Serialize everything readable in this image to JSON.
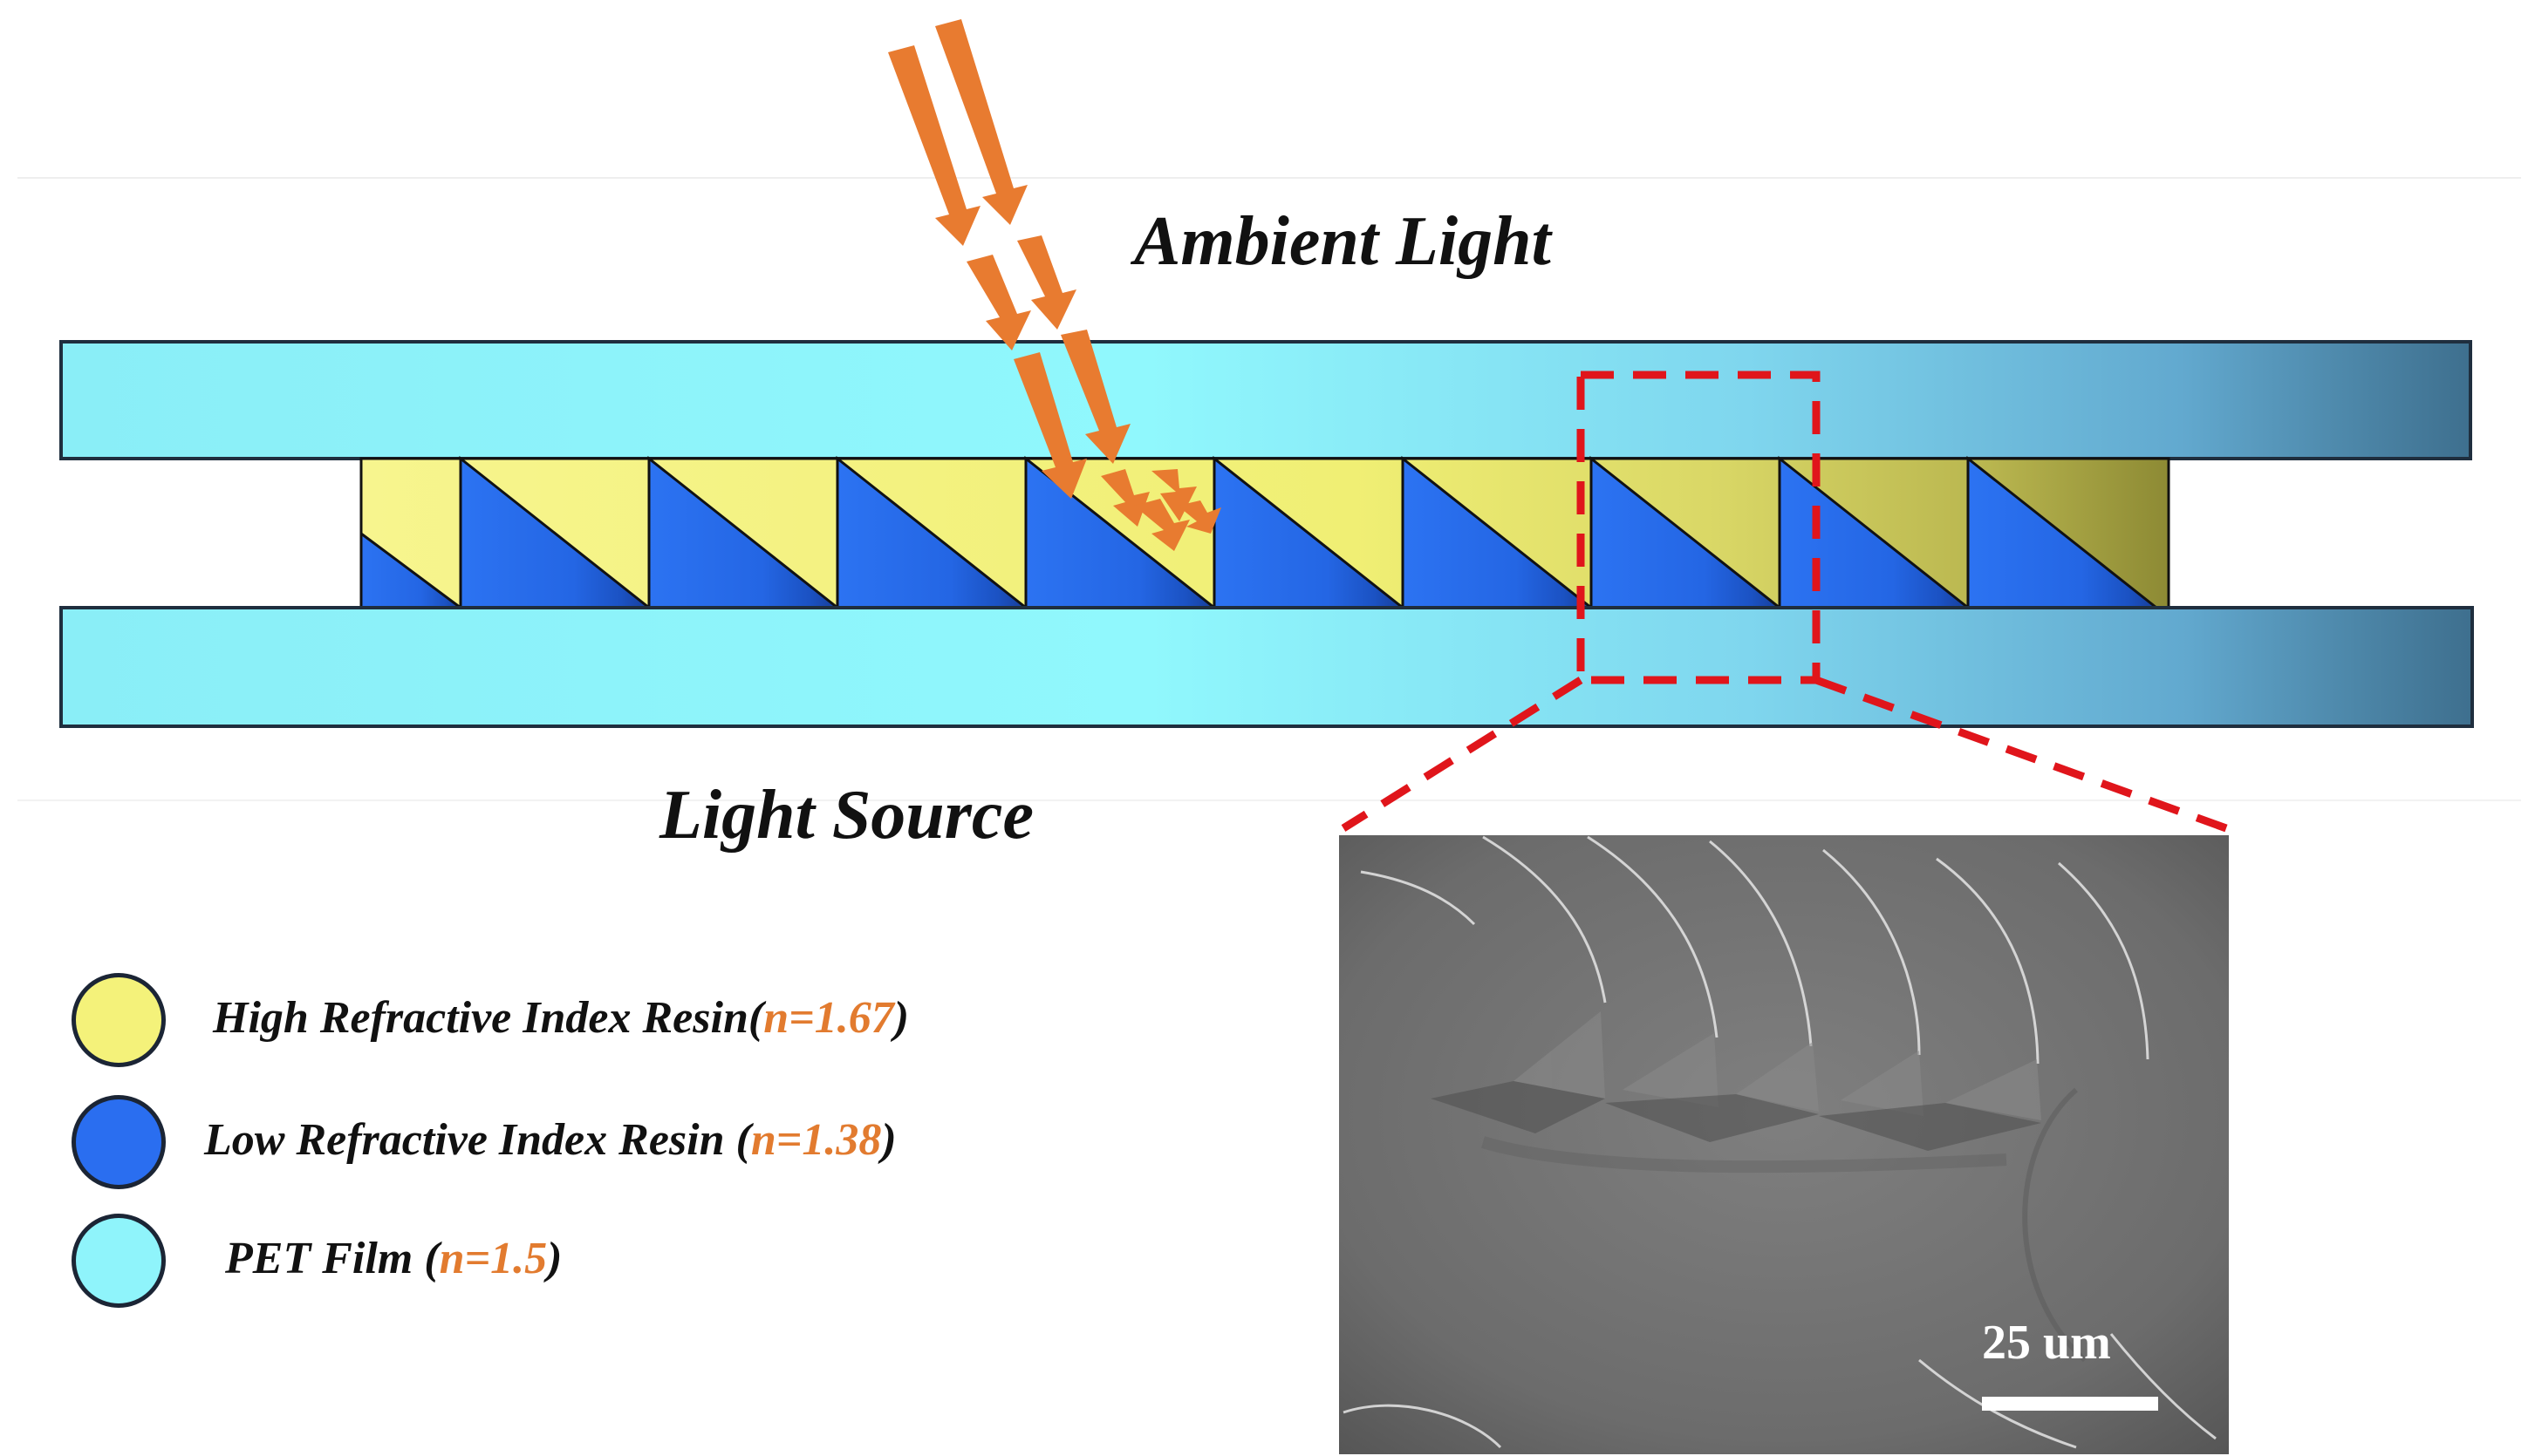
{
  "labels": {
    "ambient_light": "Ambient Light",
    "light_source": "Light Source"
  },
  "legend": [
    {
      "prefix": "High Refractive Index Resin(",
      "index": "n=1.67",
      "suffix": ")",
      "color": "#f4f27a"
    },
    {
      "prefix": "Low Refractive Index Resin  (",
      "index": "n=1.38",
      "suffix": ")",
      "color": "#2a6ef0"
    },
    {
      "prefix": "PET Film  (",
      "index": "n=1.5",
      "suffix": ")",
      "color": "#8ff4fb"
    }
  ],
  "sem": {
    "scale_label": "25 um"
  },
  "colors": {
    "high_index_resin": "#f4f27a",
    "low_index_resin": "#2a6ef0",
    "pet_film": "#8ff4fb",
    "light_arrows": "#e87b30",
    "zoom_box": "#e0151b",
    "index_text": "#e27b2f"
  }
}
